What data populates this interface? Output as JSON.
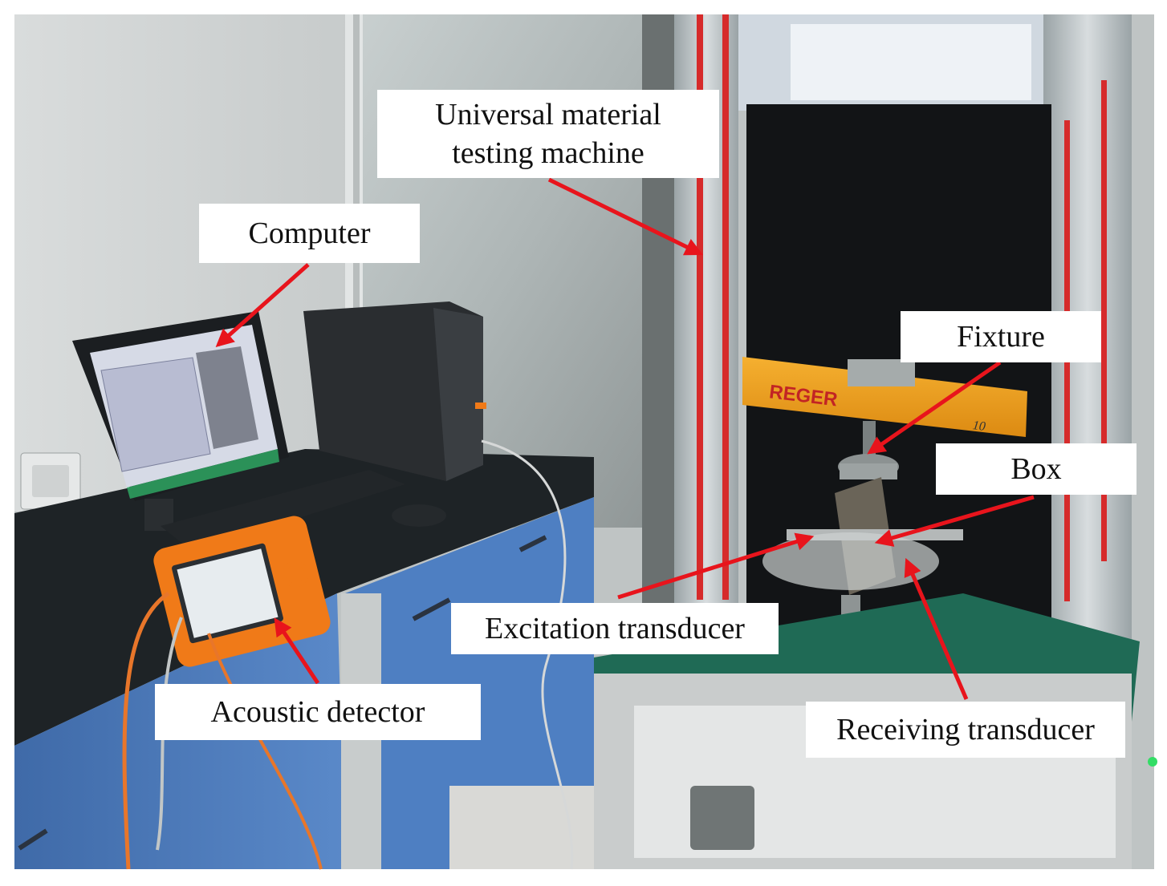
{
  "labels": {
    "machine_line1": "Universal material",
    "machine_line2": "testing machine",
    "computer": "Computer",
    "fixture": "Fixture",
    "box": "Box",
    "excitation": "Excitation transducer",
    "acoustic": "Acoustic detector",
    "receiving": "Receiving transducer"
  },
  "photo_labels": {
    "crosshead_brand": "REGER",
    "crosshead_scale": "10"
  },
  "colors": {
    "arrow": "#e8141c",
    "machine_rail": "#d62b2b",
    "crosshead": "#f0a020",
    "detector_case": "#f07a18",
    "cabinet": "#4f7fc0",
    "bench_top": "#1e2326",
    "platform": "#1f6a55"
  }
}
